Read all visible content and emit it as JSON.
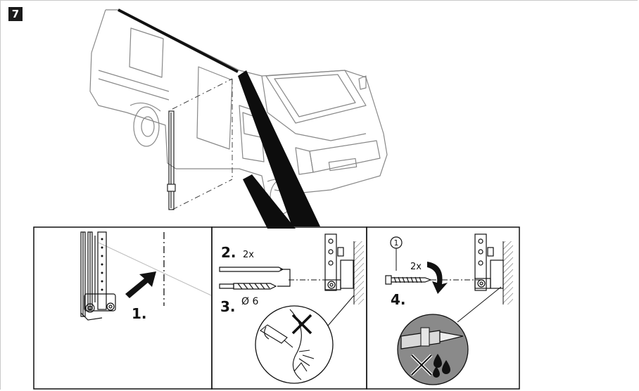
{
  "step_number": "7",
  "panel1": {
    "step_label": "1."
  },
  "panel2": {
    "step_label_2": "2.",
    "qty_2": "2x",
    "step_label_3": "3.",
    "drill_size": "Ø 6"
  },
  "panel3": {
    "callout_number": "1",
    "qty": "2x",
    "step_label_4": "4."
  }
}
